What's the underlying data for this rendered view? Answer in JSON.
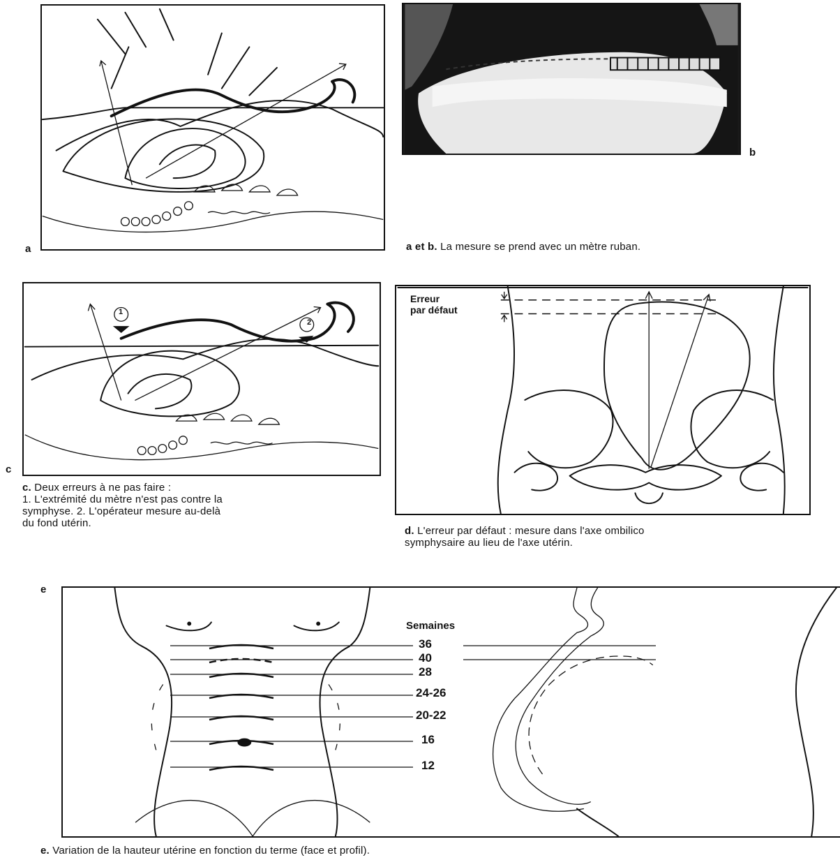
{
  "panel_labels": {
    "a": "a",
    "b": "b",
    "c": "c",
    "e": "e"
  },
  "captions": {
    "ab_bold": "a et b.",
    "ab_text": "La mesure se prend avec un mètre ruban.",
    "c_bold": "c.",
    "c_line1": "Deux erreurs à ne pas faire :",
    "c_line2": "1. L'extrémité du mètre n'est pas contre la",
    "c_line3": "symphyse. 2. L'opérateur mesure au-delà",
    "c_line4": "du fond utérin.",
    "d_bold": "d.",
    "d_line1": "L'erreur par défaut : mesure dans l'axe ombilico",
    "d_line2": "symphysaire au lieu de l'axe utérin.",
    "e_bold": "e.",
    "e_text": "Variation de la hauteur utérine en fonction du terme (face et profil)."
  },
  "panel_c_markers": {
    "one": "1",
    "two": "2"
  },
  "panel_d": {
    "error_line1": "Erreur",
    "error_line2": "par défaut"
  },
  "panel_e": {
    "weeks_title": "Semaines",
    "weeks": [
      "36",
      "40",
      "28",
      "24-26",
      "20-22",
      "16",
      "12"
    ]
  }
}
